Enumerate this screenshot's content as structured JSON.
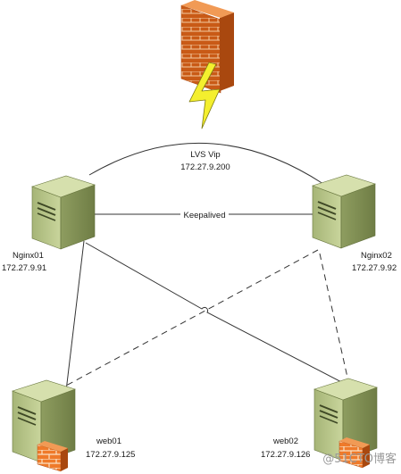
{
  "diagram": {
    "vip": {
      "name": "LVS Vip",
      "ip": "172.27.9.200"
    },
    "link_label": "Keepalived",
    "nodes": {
      "nginx01": {
        "name": "Nginx01",
        "ip": "172.27.9.91"
      },
      "nginx02": {
        "name": "Nginx02",
        "ip": "172.27.9.92"
      },
      "web01": {
        "name": "web01",
        "ip": "172.27.9.125"
      },
      "web02": {
        "name": "web02",
        "ip": "172.27.9.126"
      }
    },
    "icons": {
      "firewall": "firewall-icon",
      "lightning": "lightning-bolt-icon",
      "server": "server-tower-icon",
      "web_firewall": "small-firewall-icon"
    },
    "colors": {
      "firewall_brick": "#ef7a2a",
      "mortar": "#fbe1c4",
      "lightning": "#f4ef2e",
      "server_body": "#b8c688",
      "server_dark": "#7c8c52",
      "line": "#333333"
    },
    "watermark": "@51CTO博客"
  }
}
